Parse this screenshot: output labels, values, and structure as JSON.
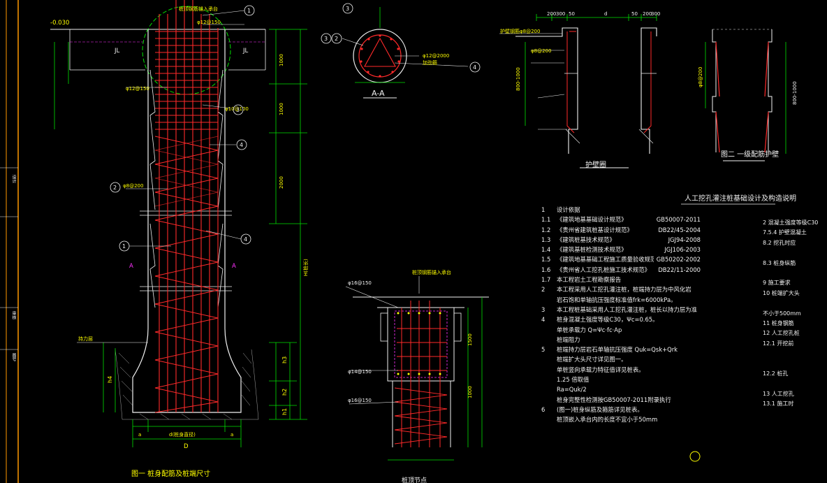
{
  "colors": {
    "bg": "#000000",
    "red": "#ff2a2a",
    "green": "#00e000",
    "yellow": "#ffff00",
    "white": "#f2f2f2",
    "cyan": "#00d8ff",
    "magenta": "#ff30ff",
    "orange": "#ff9900"
  },
  "labels": {
    "elev": "-0.030",
    "top_note": "桩顶钢筋锚入承台",
    "circle1": "1",
    "rebar_spacing": "φ12@150",
    "jl": "JL",
    "dim_1000": "1000",
    "dim_2000": "2000",
    "pile_length": "H(桩长)",
    "stirrup": "φ8@200",
    "stirrup2": "φ10@100",
    "circle3": "3",
    "circle4": "4",
    "circle2": "2",
    "sec_a": "A",
    "bearing_layer": "持力层",
    "h1": "h1",
    "h2": "h2",
    "h3": "h3",
    "h4": "h4",
    "dim_a": "a",
    "dim_d": "d(桩身直径)",
    "dim_D": "D",
    "fig1_title": "图一  桩身配筋及桩端尺寸",
    "aa_title": "A-A",
    "aa_note1": "φ12@2000",
    "aa_note2": "加劲箍",
    "ring_title": "护壁圈",
    "fig2_title": "图二  一级配筋护壁",
    "ring_dims": [
      "200",
      "300",
      "50",
      "d",
      "50",
      "200",
      "300"
    ],
    "ring_note1": "护壁钢筋φ8@200",
    "ring_note2": "φ8@200",
    "ring_dim_v": "800-1000",
    "cap_note": "桩顶钢筋锚入承台",
    "cap_label1": "φ16@150",
    "cap_label2": "φ14@150",
    "cap_label3": "φ16@150",
    "cap_dim1": "1500",
    "cap_dim2": "1000",
    "cap_title": "桩顶节点",
    "notes_title": "人工挖孔灌注桩基础设计及构造说明"
  },
  "notes": [
    {
      "num": "1",
      "text": "设计依据",
      "code": ""
    },
    {
      "num": "1.1",
      "text": "《建筑地基基础设计规范》",
      "code": "GB50007-2011"
    },
    {
      "num": "1.2",
      "text": "《贵州省建筑桩基设计规范》",
      "code": "DB22/45-2004"
    },
    {
      "num": "1.3",
      "text": "《建筑桩基技术规范》",
      "code": "JGJ94-2008"
    },
    {
      "num": "1.4",
      "text": "《建筑基桩检测技术规范》",
      "code": "JGJ106-2003"
    },
    {
      "num": "1.5",
      "text": "《建筑地基基础工程施工质量验收规范》",
      "code": "GB50202-2002"
    },
    {
      "num": "1.6",
      "text": "《贵州省人工挖孔桩施工技术规范》",
      "code": "DB22/11-2000"
    },
    {
      "num": "1.7",
      "text": "本工程岩土工程勘察报告",
      "code": ""
    },
    {
      "num": "2",
      "text": "本工程采用人工挖孔灌注桩，桩端持力层为中风化岩",
      "code": ""
    },
    {
      "num": "",
      "text": "岩石饱和单轴抗压强度标准值frk=6000kPa。",
      "code": ""
    },
    {
      "num": "3",
      "text": "本工程桩基础采用人工挖孔灌注桩，桩长以持力层为准",
      "code": ""
    },
    {
      "num": "4",
      "text": "桩身混凝土强度等级C30，Ψc=0.65。",
      "code": ""
    },
    {
      "num": "",
      "text": "单桩承载力 Q=Ψc·fc·Ap",
      "code": ""
    },
    {
      "num": "",
      "text": "桩端阻力",
      "code": ""
    },
    {
      "num": "5",
      "text": "桩端持力层岩石单轴抗压强度 Quk=Qsk+Qrk",
      "code": ""
    },
    {
      "num": "",
      "text": "桩端扩大头尺寸详见图一。",
      "code": ""
    },
    {
      "num": "",
      "text": "",
      "code": ""
    },
    {
      "num": "",
      "text": "单桩竖向承载力特征值详见桩表。",
      "code": ""
    },
    {
      "num": "",
      "text": "1.25 倍取值",
      "code": ""
    },
    {
      "num": "",
      "text": "Ra=Quk/2",
      "code": ""
    },
    {
      "num": "",
      "text": "桩身完整性检测按GB50007-2011附录执行",
      "code": ""
    },
    {
      "num": "",
      "text": "",
      "code": ""
    },
    {
      "num": "6",
      "text": "(图一)桩身纵筋及箍筋详见桩表。",
      "code": ""
    },
    {
      "num": "",
      "text": "桩顶嵌入承台内的长度不宜小于50mm",
      "code": ""
    }
  ],
  "notes2": [
    "2 混凝土强度等级C30",
    "7.5.4 护壁混凝土",
    "8.2 挖孔时应",
    "",
    "8.3 桩身纵筋",
    "",
    "9 施工要求",
    "10 桩端扩大头",
    "",
    "不小于500mm",
    "11 桩身钢筋",
    "12 人工挖孔桩",
    "12.1 开挖前",
    "",
    "",
    "12.2 桩孔",
    "",
    "13 人工挖孔",
    "13.1 施工时"
  ],
  "sidebar": {
    "tab1": "设计",
    "tab2": "审核",
    "tab3": "图号"
  }
}
